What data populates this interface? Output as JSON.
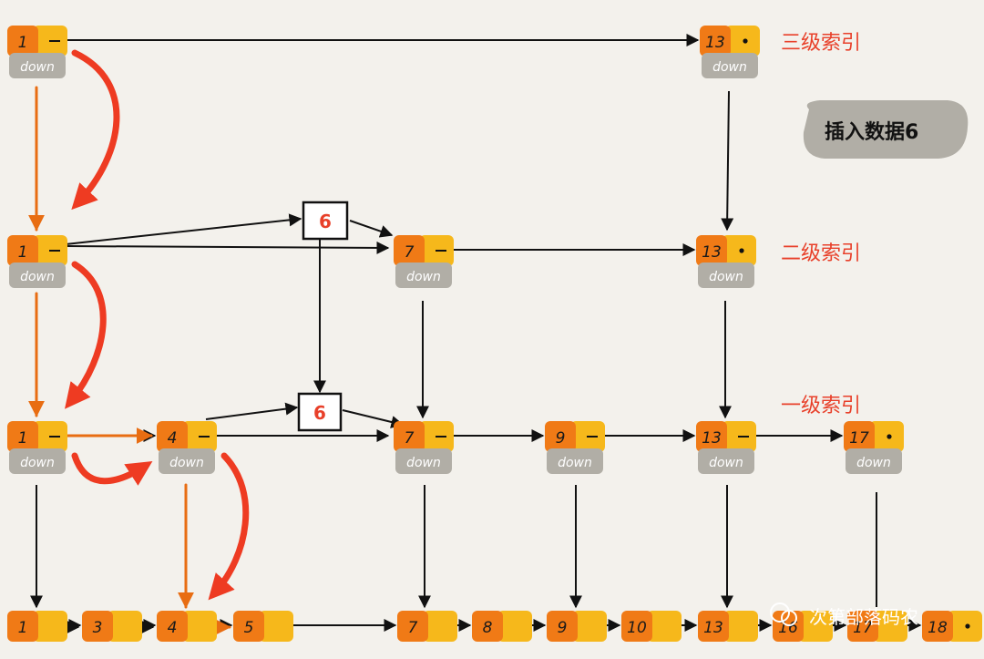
{
  "labels": {
    "level3": "三级索引",
    "level2": "二级索引",
    "level1": "一级索引"
  },
  "insert_note": "插入数据6",
  "new_value": "6",
  "down_text": "down",
  "watermark": "次第部落码农",
  "colors": {
    "orange": "#f07a16",
    "yellow": "#f6b81b",
    "gray": "#b1aea6",
    "red_arrow": "#ee3b22",
    "orange_path": "#e86d12",
    "label_red": "#e8402a"
  },
  "levels": [
    {
      "name": "level3",
      "nodes": [
        "1",
        "13"
      ]
    },
    {
      "name": "level2",
      "nodes": [
        "1",
        "7",
        "13"
      ]
    },
    {
      "name": "level1",
      "nodes": [
        "1",
        "4",
        "7",
        "9",
        "13",
        "17"
      ]
    },
    {
      "name": "base",
      "nodes": [
        "1",
        "3",
        "4",
        "5",
        "7",
        "8",
        "9",
        "10",
        "13",
        "16",
        "17",
        "18"
      ]
    }
  ]
}
